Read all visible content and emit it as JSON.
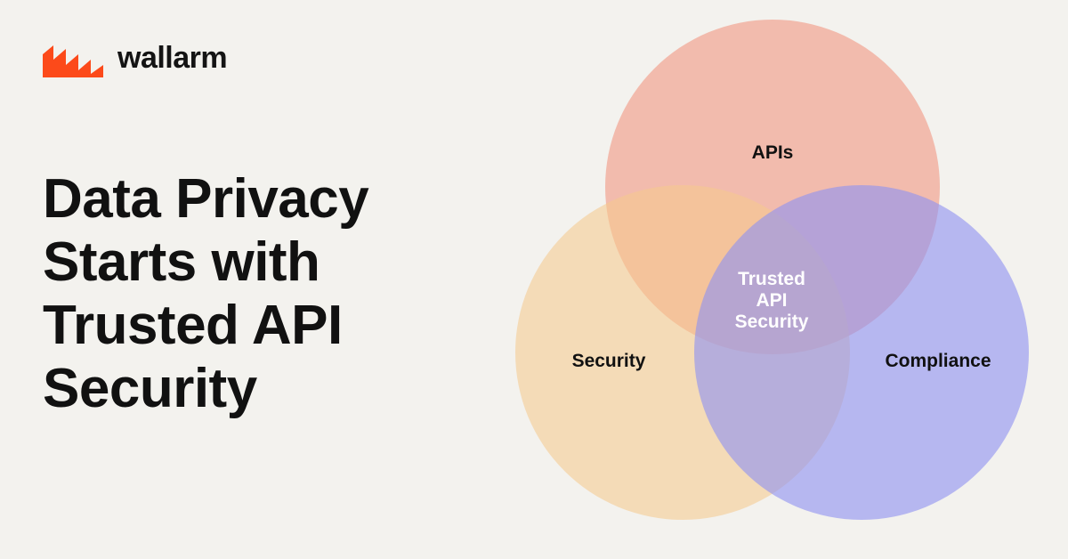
{
  "brand": {
    "name": "wallarm",
    "accent_color": "#fc4a1a",
    "icon": "wallarm-logo-icon"
  },
  "headline": {
    "lines": [
      "Data Privacy",
      "Starts with",
      "Trusted API",
      "Security"
    ]
  },
  "diagram": {
    "type": "venn",
    "sets": [
      {
        "label": "APIs",
        "color": "#f2a08e"
      },
      {
        "label": "Security",
        "color": "#f5c98f"
      },
      {
        "label": "Compliance",
        "color": "#8f93f0"
      }
    ],
    "intersection_lines": [
      "Trusted",
      "API",
      "Security"
    ],
    "intersection_text_color": "#ffffff",
    "label_text_color": "#111111"
  }
}
